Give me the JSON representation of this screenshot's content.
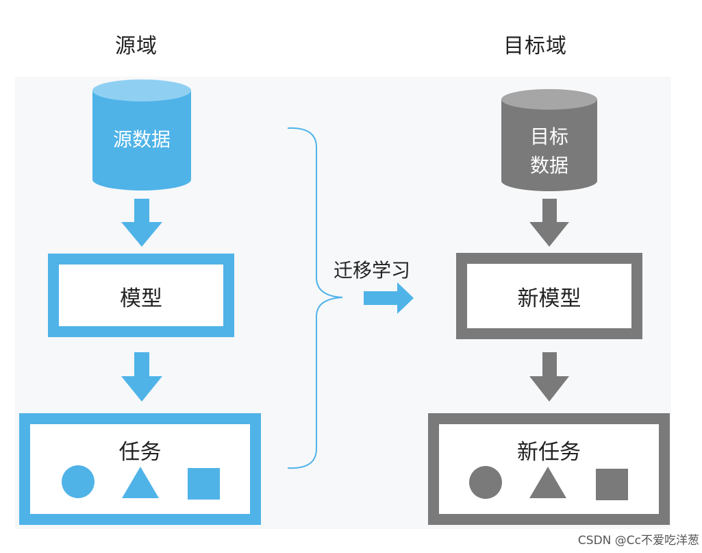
{
  "source": {
    "heading": "源域",
    "data_label": "源数据",
    "model_label": "模型",
    "task_label": "任务"
  },
  "target": {
    "heading": "目标域",
    "data_label_line1": "目标",
    "data_label_line2": "数据",
    "model_label": "新模型",
    "task_label": "新任务"
  },
  "transfer_label": "迁移学习",
  "watermark": "CSDN @Cc不爱吃洋葱",
  "colors": {
    "source_blue": "#4fb3e8",
    "source_blue_top": "#8fd0f2",
    "target_gray": "#7a7a7a",
    "target_gray_top": "#a6a6a6"
  }
}
